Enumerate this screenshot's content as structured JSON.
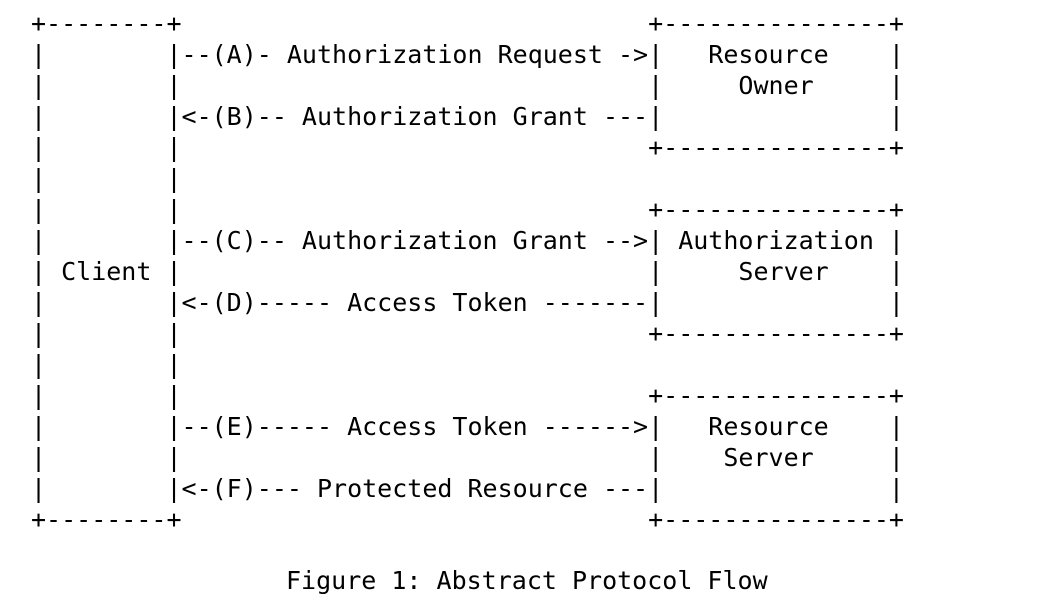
{
  "figure": {
    "caption": "Figure 1: Abstract Protocol Flow",
    "caption_label": "Figure 1",
    "caption_title": "Abstract Protocol Flow",
    "style": "ascii-art",
    "text_color": "#000000",
    "background_color": "#ffffff"
  },
  "nodes": {
    "client": {
      "label": "Client",
      "box_width_chars": 10,
      "position": "left"
    },
    "resource_owner": {
      "label_line_1": "Resource",
      "label_line_2": "Owner",
      "box_width_chars": 16,
      "position": "right-top"
    },
    "authorization_server": {
      "label_line_1": "Authorization",
      "label_line_2": "Server",
      "box_width_chars": 16,
      "position": "right-middle"
    },
    "resource_server": {
      "label_line_1": "Resource",
      "label_line_2": "Server",
      "box_width_chars": 16,
      "position": "right-bottom"
    }
  },
  "flows": [
    {
      "step": "A",
      "label": "Authorization Request",
      "direction": "right",
      "from": "Client",
      "to": "Resource Owner",
      "text": "--(A)- Authorization Request ->"
    },
    {
      "step": "B",
      "label": "Authorization Grant",
      "direction": "left",
      "from": "Resource Owner",
      "to": "Client",
      "text": "<-(B)-- Authorization Grant ---"
    },
    {
      "step": "C",
      "label": "Authorization Grant",
      "direction": "right",
      "from": "Client",
      "to": "Authorization Server",
      "text": "--(C)-- Authorization Grant -->"
    },
    {
      "step": "D",
      "label": "Access Token",
      "direction": "left",
      "from": "Authorization Server",
      "to": "Client",
      "text": "<-(D)----- Access Token -------"
    },
    {
      "step": "E",
      "label": "Access Token",
      "direction": "right",
      "from": "Client",
      "to": "Resource Server",
      "text": "--(E)----- Access Token ------>"
    },
    {
      "step": "F",
      "label": "Protected Resource",
      "direction": "left",
      "from": "Resource Server",
      "to": "Client",
      "text": "<-(F)--- Protected Resource ---"
    }
  ],
  "diagram_lines": [
    "+--------+                               +---------------+",
    "|        |--(A)- Authorization Request ->|   Resource    |",
    "|        |                               |     Owner     |",
    "|        |<-(B)-- Authorization Grant ---|               |",
    "|        |                               +---------------+",
    "|        |",
    "|        |                               +---------------+",
    "|        |--(C)-- Authorization Grant -->| Authorization |",
    "| Client |                               |     Server    |",
    "|        |<-(D)----- Access Token -------|               |",
    "|        |                               +---------------+",
    "|        |",
    "|        |                               +---------------+",
    "|        |--(E)----- Access Token ------>|   Resource    |",
    "|        |                               |    Server     |",
    "|        |<-(F)--- Protected Resource ---|               |",
    "+--------+                               +---------------+"
  ]
}
